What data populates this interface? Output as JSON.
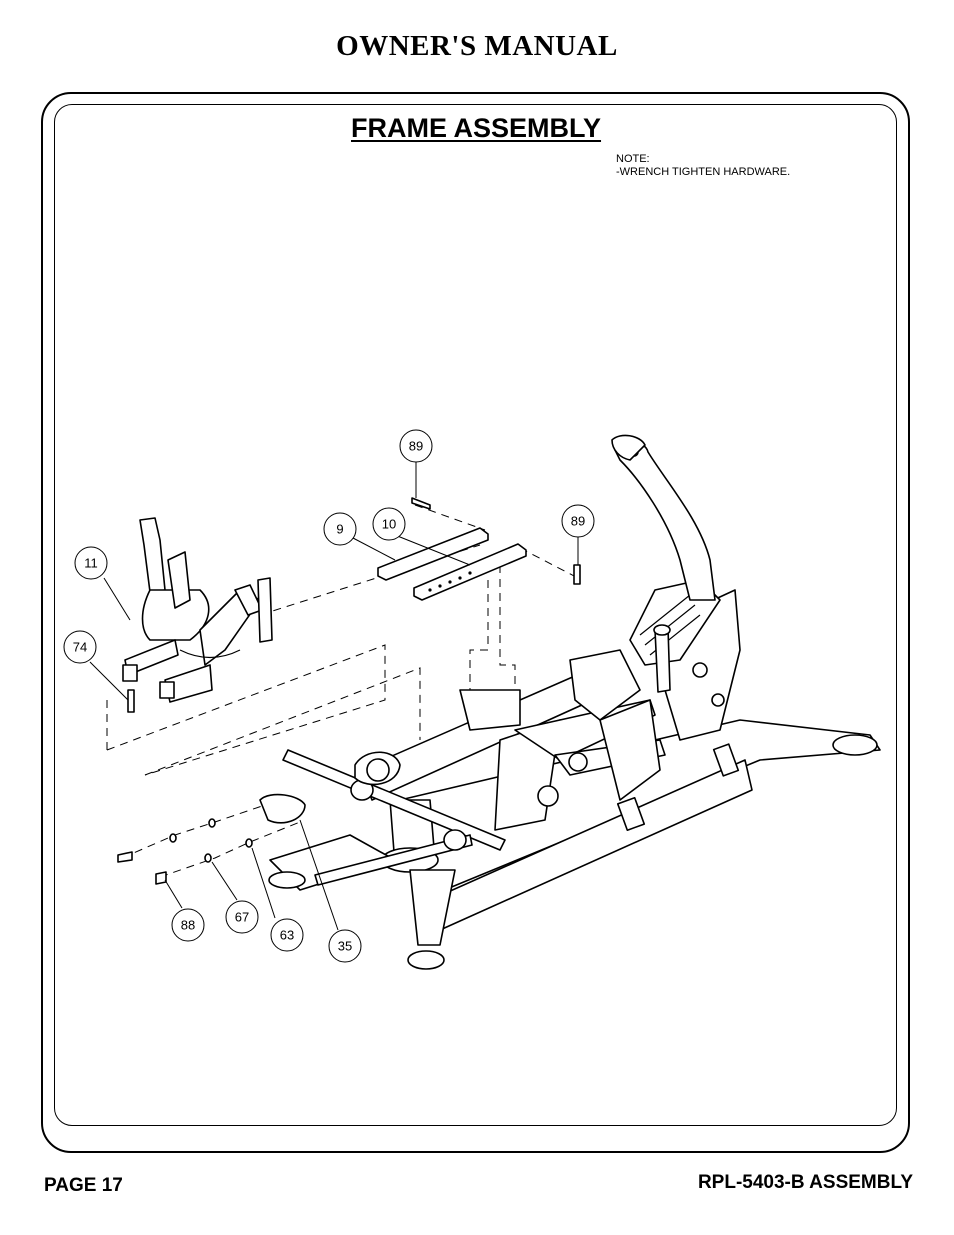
{
  "header": {
    "title": "OWNER'S MANUAL"
  },
  "section": {
    "title": "FRAME ASSEMBLY"
  },
  "note": {
    "line1": "NOTE:",
    "line2": "-WRENCH TIGHTEN HARDWARE."
  },
  "callouts": [
    {
      "id": "89a",
      "label": "89"
    },
    {
      "id": "9",
      "label": "9"
    },
    {
      "id": "10",
      "label": "10"
    },
    {
      "id": "89b",
      "label": "89"
    },
    {
      "id": "11",
      "label": "11"
    },
    {
      "id": "74",
      "label": "74"
    },
    {
      "id": "88",
      "label": "88"
    },
    {
      "id": "67",
      "label": "67"
    },
    {
      "id": "63",
      "label": "63"
    },
    {
      "id": "35",
      "label": "35"
    }
  ],
  "footer": {
    "page": "PAGE 17",
    "doc": "RPL-5403-B ASSEMBLY"
  }
}
